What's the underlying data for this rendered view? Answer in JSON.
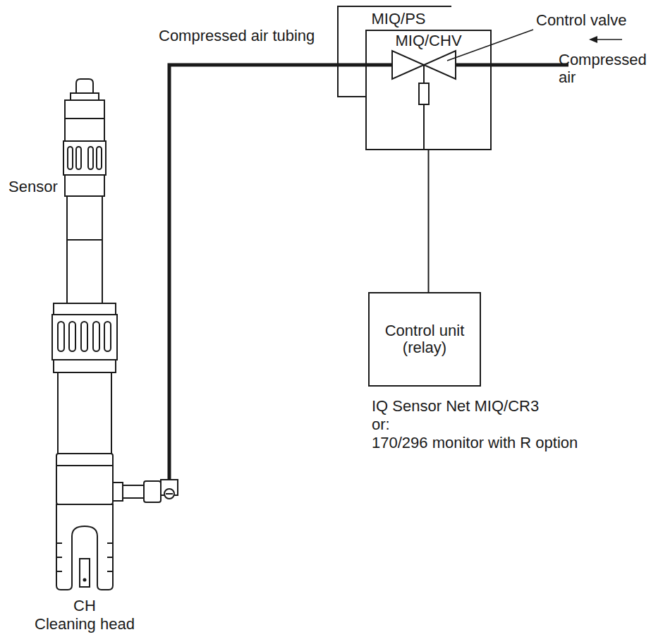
{
  "diagram": {
    "nodes": [
      {
        "text": [
          "MIQ/PS"
        ]
      },
      {
        "text": [
          "MIQ/CHV"
        ]
      },
      {
        "text": [
          "Control unit (relay)"
        ]
      }
    ],
    "edges": [
      {
        "from": 1,
        "to": 2,
        "arrow": "none"
      }
    ],
    "labels": [
      "Control valve",
      "Compressed air tubing",
      "Compressed air",
      "Sensor",
      "CH",
      "Cleaning head",
      "IQ Sensor Net MIQ/CR3",
      "or:",
      "170/296 monitor with R option"
    ]
  }
}
